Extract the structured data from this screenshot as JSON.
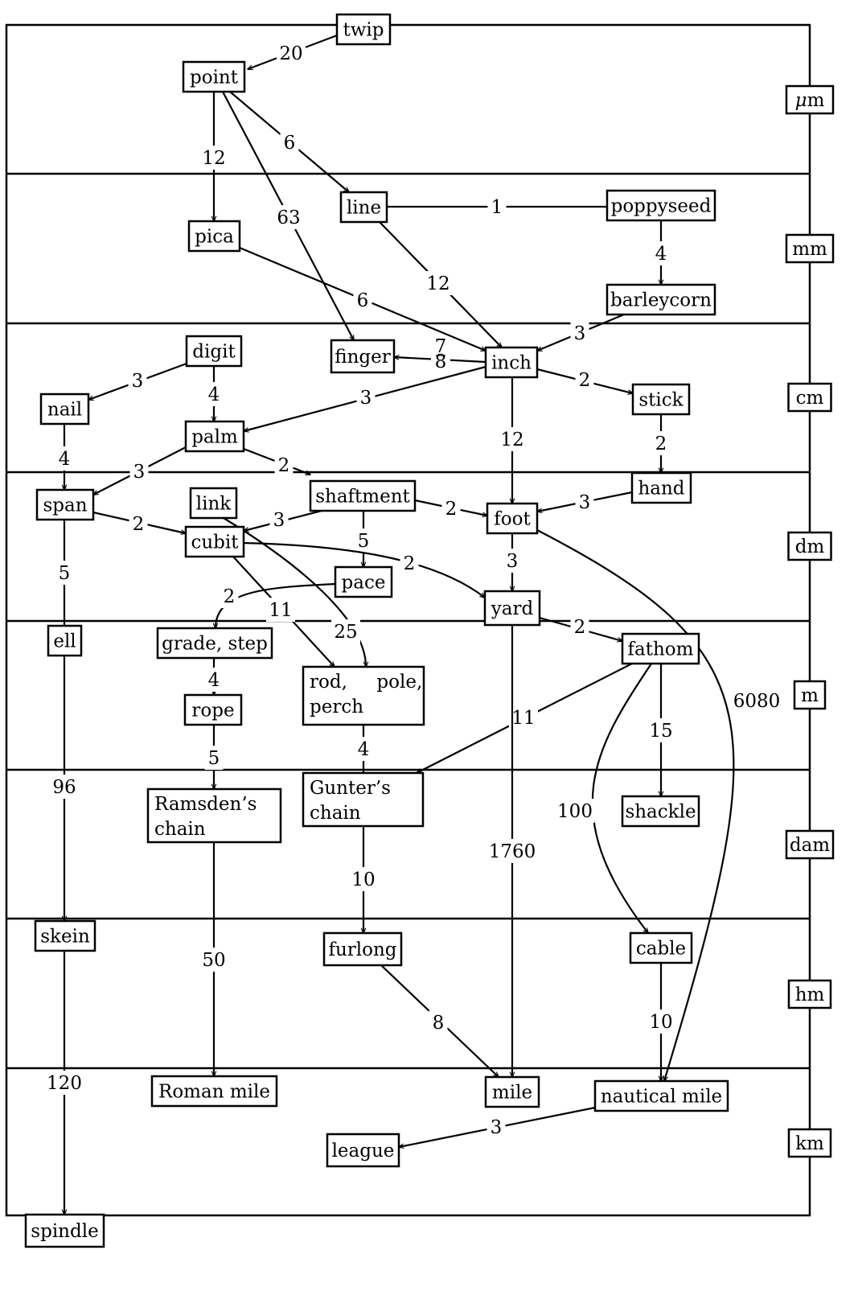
{
  "diagram": {
    "scale_labels": [
      "μm",
      "mm",
      "cm",
      "dm",
      "m",
      "dam",
      "hm",
      "km"
    ],
    "nodes": [
      {
        "id": "twip",
        "lines": [
          "twip"
        ]
      },
      {
        "id": "point",
        "lines": [
          "point"
        ]
      },
      {
        "id": "line",
        "lines": [
          "line"
        ]
      },
      {
        "id": "poppyseed",
        "lines": [
          "poppyseed"
        ]
      },
      {
        "id": "pica",
        "lines": [
          "pica"
        ]
      },
      {
        "id": "barleycorn",
        "lines": [
          "barleycorn"
        ]
      },
      {
        "id": "digit",
        "lines": [
          "digit"
        ]
      },
      {
        "id": "finger",
        "lines": [
          "finger"
        ]
      },
      {
        "id": "inch",
        "lines": [
          "inch"
        ]
      },
      {
        "id": "nail",
        "lines": [
          "nail"
        ]
      },
      {
        "id": "stick",
        "lines": [
          "stick"
        ]
      },
      {
        "id": "palm",
        "lines": [
          "palm"
        ]
      },
      {
        "id": "span",
        "lines": [
          "span"
        ]
      },
      {
        "id": "link",
        "lines": [
          "link"
        ]
      },
      {
        "id": "shaftment",
        "lines": [
          "shaftment"
        ]
      },
      {
        "id": "hand",
        "lines": [
          "hand"
        ]
      },
      {
        "id": "foot",
        "lines": [
          "foot"
        ]
      },
      {
        "id": "cubit",
        "lines": [
          "cubit"
        ]
      },
      {
        "id": "pace",
        "lines": [
          "pace"
        ]
      },
      {
        "id": "yard",
        "lines": [
          "yard"
        ]
      },
      {
        "id": "ell",
        "lines": [
          "ell"
        ]
      },
      {
        "id": "grade",
        "lines": [
          "grade, step"
        ]
      },
      {
        "id": "fathom",
        "lines": [
          "fathom"
        ]
      },
      {
        "id": "rod",
        "lines": [
          "rod,     pole,",
          "perch"
        ]
      },
      {
        "id": "rope",
        "lines": [
          "rope"
        ]
      },
      {
        "id": "ramsden",
        "lines": [
          "Ramsden’s",
          "chain"
        ]
      },
      {
        "id": "gunter",
        "lines": [
          "Gunter’s",
          "chain"
        ]
      },
      {
        "id": "shackle",
        "lines": [
          "shackle"
        ]
      },
      {
        "id": "skein",
        "lines": [
          "skein"
        ]
      },
      {
        "id": "furlong",
        "lines": [
          "furlong"
        ]
      },
      {
        "id": "cable",
        "lines": [
          "cable"
        ]
      },
      {
        "id": "romanmile",
        "lines": [
          "Roman mile"
        ]
      },
      {
        "id": "mile",
        "lines": [
          "mile"
        ]
      },
      {
        "id": "nauticalmile",
        "lines": [
          "nautical mile"
        ]
      },
      {
        "id": "league",
        "lines": [
          "league"
        ]
      },
      {
        "id": "spindle",
        "lines": [
          "spindle"
        ]
      }
    ],
    "edges": [
      {
        "from": "twip",
        "to": "point",
        "label": "20"
      },
      {
        "from": "point",
        "to": "line",
        "label": "6"
      },
      {
        "from": "point",
        "to": "pica",
        "label": "12"
      },
      {
        "from": "point",
        "to": "finger",
        "label": "63"
      },
      {
        "from": "line",
        "to": "poppyseed",
        "label": "1"
      },
      {
        "from": "poppyseed",
        "to": "barleycorn",
        "label": "4"
      },
      {
        "from": "pica",
        "to": "inch",
        "label": "6"
      },
      {
        "from": "line",
        "to": "inch",
        "label": "12"
      },
      {
        "from": "barleycorn",
        "to": "inch",
        "label": "3"
      },
      {
        "from": "inch",
        "to": "finger",
        "label": "7/8"
      },
      {
        "from": "digit",
        "to": "nail",
        "label": "3"
      },
      {
        "from": "digit",
        "to": "palm",
        "label": "4"
      },
      {
        "from": "inch",
        "to": "palm",
        "label": "3"
      },
      {
        "from": "inch",
        "to": "stick",
        "label": "2"
      },
      {
        "from": "inch",
        "to": "foot",
        "label": "12"
      },
      {
        "from": "stick",
        "to": "hand",
        "label": "2"
      },
      {
        "from": "nail",
        "to": "span",
        "label": "4"
      },
      {
        "from": "palm",
        "to": "span",
        "label": "3"
      },
      {
        "from": "palm",
        "to": "shaftment",
        "label": "2"
      },
      {
        "from": "hand",
        "to": "foot",
        "label": "3"
      },
      {
        "from": "shaftment",
        "to": "foot",
        "label": "2"
      },
      {
        "from": "shaftment",
        "to": "cubit",
        "label": "3"
      },
      {
        "from": "span",
        "to": "cubit",
        "label": "2"
      },
      {
        "from": "shaftment",
        "to": "pace",
        "label": "5"
      },
      {
        "from": "cubit",
        "to": "yard",
        "label": "2"
      },
      {
        "from": "foot",
        "to": "yard",
        "label": "3"
      },
      {
        "from": "span",
        "to": "ell",
        "label": "5"
      },
      {
        "from": "pace",
        "to": "grade",
        "label": "2"
      },
      {
        "from": "cubit",
        "to": "rod",
        "label": "11"
      },
      {
        "from": "link",
        "to": "rod",
        "label": "25"
      },
      {
        "from": "yard",
        "to": "fathom",
        "label": "2"
      },
      {
        "from": "grade",
        "to": "rope",
        "label": "4"
      },
      {
        "from": "rod",
        "to": "gunter",
        "label": "4"
      },
      {
        "from": "fathom",
        "to": "gunter",
        "label": "11"
      },
      {
        "from": "fathom",
        "to": "shackle",
        "label": "15"
      },
      {
        "from": "rope",
        "to": "ramsden",
        "label": "5"
      },
      {
        "from": "ell",
        "to": "skein",
        "label": "96"
      },
      {
        "from": "fathom",
        "to": "cable",
        "label": "100"
      },
      {
        "from": "foot",
        "to": "nauticalmile",
        "label": "6080"
      },
      {
        "from": "yard",
        "to": "mile",
        "label": "1760"
      },
      {
        "from": "gunter",
        "to": "furlong",
        "label": "10"
      },
      {
        "from": "ramsden",
        "to": "romanmile",
        "label": "50"
      },
      {
        "from": "furlong",
        "to": "mile",
        "label": "8"
      },
      {
        "from": "cable",
        "to": "nauticalmile",
        "label": "10"
      },
      {
        "from": "nauticalmile",
        "to": "league",
        "label": "3"
      },
      {
        "from": "skein",
        "to": "spindle",
        "label": "120"
      }
    ]
  }
}
